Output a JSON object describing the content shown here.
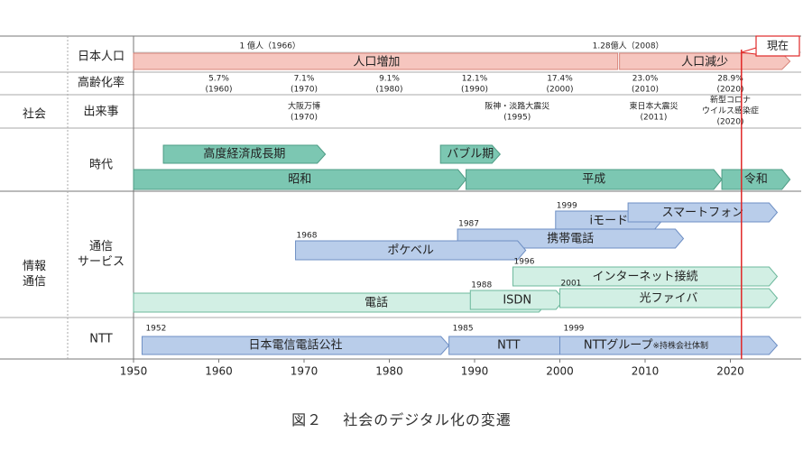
{
  "colors": {
    "pink": "#f6c6bf",
    "pink_stroke": "#d8847a",
    "green": "#7cc7b2",
    "green_stroke": "#4e9c85",
    "lightgreen": "#d2efe4",
    "lightgreen_stroke": "#6cb89c",
    "blue": "#b9cdea",
    "blue_stroke": "#6e8fc4",
    "red": "#e02828",
    "grid": "#999999"
  },
  "groups": [
    {
      "label": "社会"
    },
    {
      "label": "情報\n通信"
    }
  ],
  "rows": [
    {
      "label": "日本人口"
    },
    {
      "label": "高齢化率"
    },
    {
      "label": "出来事"
    },
    {
      "label": "時代"
    },
    {
      "label": "通信\nサービス"
    },
    {
      "label": "NTT"
    }
  ],
  "axis": {
    "min": 1950,
    "max": 2027,
    "ticks": [
      "1950",
      "1960",
      "1970",
      "1980",
      "1990",
      "2000",
      "2010",
      "2020"
    ]
  },
  "present": {
    "label": "現在",
    "year": 2021.3
  },
  "population": {
    "notes": [
      {
        "text": "1 億人（1966）",
        "year": 1966
      },
      {
        "text": "1.28億人（2008）",
        "year": 2008
      }
    ],
    "bars": [
      {
        "label": "人口増加",
        "start": 1950,
        "end": 2007
      },
      {
        "label": "人口減少",
        "start": 2007,
        "end": 2027
      }
    ]
  },
  "aging": [
    {
      "pct": "5.7%",
      "year_label": "(1960)",
      "year": 1960
    },
    {
      "pct": "7.1%",
      "year_label": "(1970)",
      "year": 1970
    },
    {
      "pct": "9.1%",
      "year_label": "(1980)",
      "year": 1980
    },
    {
      "pct": "12.1%",
      "year_label": "(1990)",
      "year": 1990
    },
    {
      "pct": "17.4%",
      "year_label": "(2000)",
      "year": 2000
    },
    {
      "pct": "23.0%",
      "year_label": "(2010)",
      "year": 2010
    },
    {
      "pct": "28.9%",
      "year_label": "(2020)",
      "year": 2020
    }
  ],
  "events": [
    {
      "lines": [
        "大阪万博",
        "(1970)"
      ],
      "year": 1970
    },
    {
      "lines": [
        "阪神・淡路大震災",
        "(1995)"
      ],
      "year": 1995
    },
    {
      "lines": [
        "東日本大震災",
        "(2011)"
      ],
      "year": 2011
    },
    {
      "lines": [
        "新型コロナ",
        "ウイルス感染症",
        "(2020)"
      ],
      "year": 2020
    }
  ],
  "era_top": [
    {
      "label": "高度経済成長期",
      "start": 1953.5,
      "end": 1972.5
    },
    {
      "label": "バブル期",
      "start": 1986,
      "end": 1993
    }
  ],
  "era": [
    {
      "label": "昭和",
      "start": 1950,
      "end": 1989
    },
    {
      "label": "平成",
      "start": 1989,
      "end": 2019
    },
    {
      "label": "令和",
      "start": 2019,
      "end": 2027
    }
  ],
  "services": [
    {
      "label": "iモード",
      "start_label": "1999",
      "start": 1999.5,
      "end": 2012,
      "color": "blue"
    },
    {
      "label": "スマートフォン",
      "start_label": "",
      "start": 2008,
      "end": 2025.5,
      "color": "blue"
    },
    {
      "label": "携帯電話",
      "start_label": "1987",
      "start": 1988,
      "end": 2014.5,
      "color": "blue"
    },
    {
      "label": "ポケベル",
      "start_label": "1968",
      "start": 1969,
      "end": 1996,
      "color": "blue"
    },
    {
      "label": "インターネット接続",
      "start_label": "1996",
      "start": 1994.5,
      "end": 2025.5,
      "color": "lightgreen"
    },
    {
      "label": "電話",
      "start_label": "",
      "start": 1950,
      "end": 1998.5,
      "color": "lightgreen"
    },
    {
      "label": "ISDN",
      "start_label": "1988",
      "start": 1989.5,
      "end": 2000.5,
      "color": "lightgreen"
    },
    {
      "label": "光ファイバ",
      "start_label": "2001",
      "start": 2000,
      "end": 2025.5,
      "color": "lightgreen"
    }
  ],
  "ntt": [
    {
      "label": "日本電信電話公社",
      "start_label": "1952",
      "start": 1951,
      "end": 1987
    },
    {
      "label": "NTT",
      "start_label": "1985",
      "start": 1987,
      "end": 2001
    },
    {
      "label": "NTTグループ",
      "suffix": "※持株会社体制",
      "start_label": "1999",
      "start": 2000,
      "end": 2025.5
    }
  ],
  "caption": "図２　 社会のデジタル化の変遷"
}
